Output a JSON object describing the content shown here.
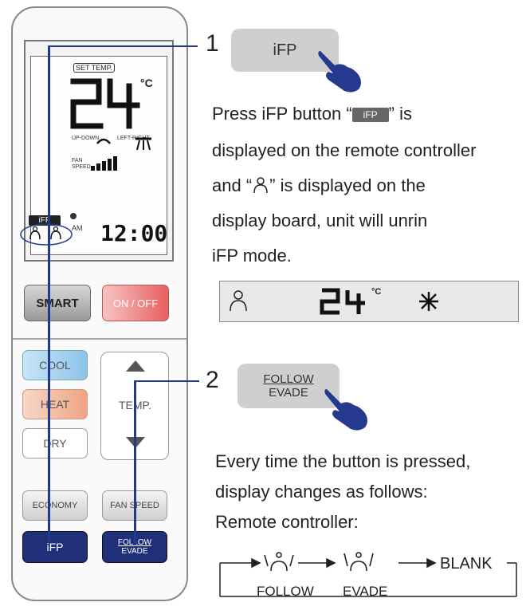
{
  "remote": {
    "lcd": {
      "set_temp": "SET TEMP.",
      "temperature": "24",
      "unit": "°C",
      "up_down": "UP-DOWN",
      "left_right": "LEFT-RIGHT",
      "fan_speed": "FAN SPEED",
      "ifp_tag": "iFP",
      "am": "AM",
      "clock": "12:00"
    },
    "buttons": {
      "smart": "SMART",
      "on_off": "ON / OFF",
      "cool": "COOL",
      "heat": "HEAT",
      "dry": "DRY",
      "temp": "TEMP.",
      "economy": "ECONOMY",
      "fan_speed": "FAN SPEED",
      "ifp": "iFP",
      "follow": "FOLLOW",
      "evade": "EVADE"
    }
  },
  "step1": {
    "number": "1",
    "button_label": "iFP",
    "text_line1_a": "Press iFP button “",
    "text_line1_badge": "iFP",
    "text_line1_b": "” is",
    "text_line2": "displayed on the remote controller",
    "text_line3_a": "and “",
    "text_line3_b": "” is displayed on the",
    "text_line4": "display board, unit will unrin",
    "text_line5": "iFP mode.",
    "display_temp": "24",
    "display_unit": "°C"
  },
  "step2": {
    "number": "2",
    "button_label_top": "FOLLOW",
    "button_label_bottom": "EVADE",
    "text_line1": "Every time the button is pressed,",
    "text_line2": "display changes as follows:",
    "text_line3": "Remote controller:",
    "cycle": [
      "FOLLOW",
      "EVADE",
      "BLANK"
    ]
  }
}
